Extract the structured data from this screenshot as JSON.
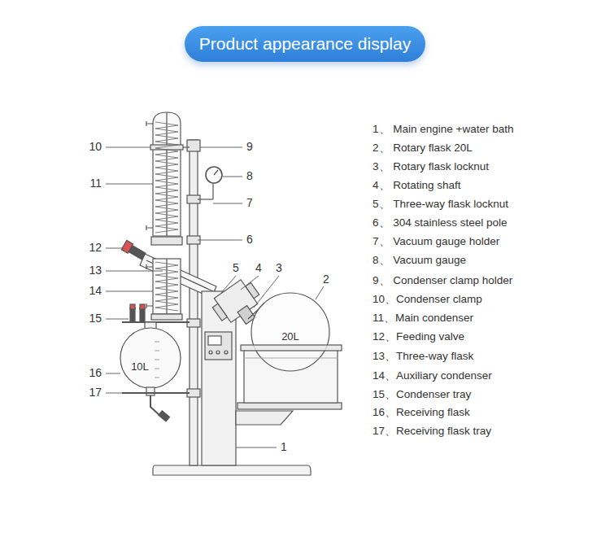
{
  "diagram": {
    "title": "Product appearance display",
    "labels": [
      "10",
      "9",
      "11",
      "8",
      "7",
      "6",
      "12",
      "5",
      "4",
      "3",
      "2",
      "13",
      "14",
      "15",
      "16",
      "17",
      "1",
      "20L",
      "10L",
      "1、 Main engine +water bath",
      "2、 Rotary flask 20L",
      "3、 Rotary flask locknut",
      "4、 Rotating shaft",
      "5、 Three-way flask locknut",
      "6、 304 stainless steel pole",
      "7、 Vacuum gauge holder",
      "8、 Vacuum gauge",
      "9、 Condenser clamp holder",
      "10、Condenser clamp",
      "11、Main condenser",
      "12、Feeding valve",
      "13、Three-way flask",
      "14、Auxiliary condenser",
      "15、Condenser tray",
      "16、Receiving flask",
      "17、Receiving flask tray"
    ]
  }
}
